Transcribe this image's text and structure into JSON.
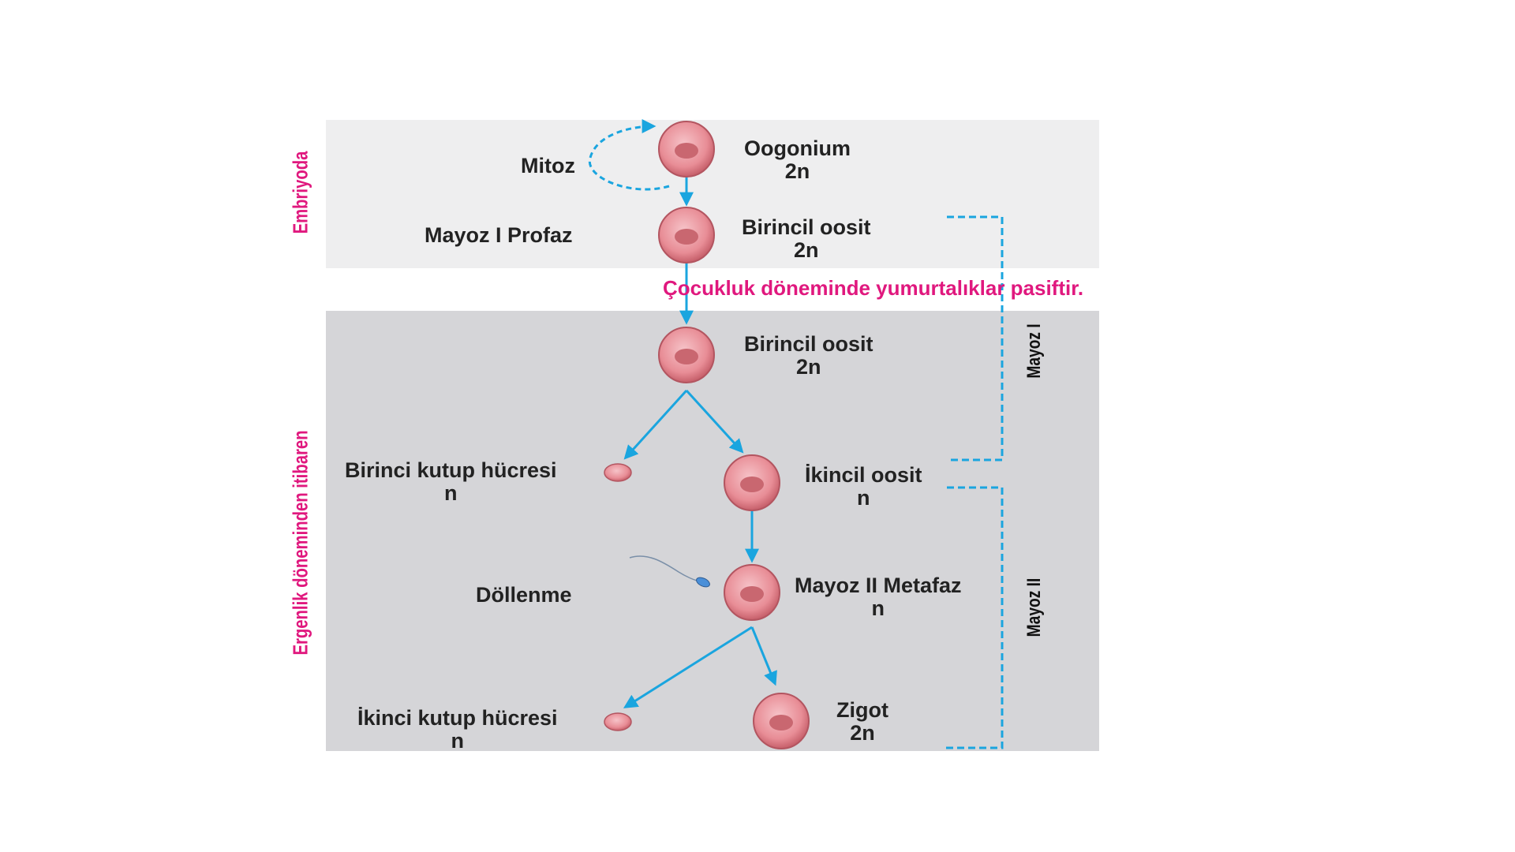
{
  "phases": {
    "embryo": "Embriyoda",
    "puberty": "Ergenlik döneminden itibaren"
  },
  "note": "Çocukluk döneminde yumurtalıklar pasiftir.",
  "meiosis": {
    "first": "Mayoz I",
    "second": "Mayoz II"
  },
  "processes": {
    "mitosis": "Mitoz",
    "prophase": "Mayoz I Profaz",
    "fertilization": "Döllenme"
  },
  "cells": {
    "oogonium": {
      "name": "Oogonium",
      "ploidy": "2n"
    },
    "primary_oocyte_1": {
      "name": "Birincil oosit",
      "ploidy": "2n"
    },
    "primary_oocyte_2": {
      "name": "Birincil oosit",
      "ploidy": "2n"
    },
    "first_polar_body": {
      "name": "Birinci kutup hücresi",
      "ploidy": "n"
    },
    "secondary_oocyte": {
      "name": "İkincil oosit",
      "ploidy": "n"
    },
    "metaphase_ii": {
      "name": "Mayoz II Metafaz",
      "ploidy": "n"
    },
    "second_polar_body": {
      "name": "İkinci kutup hücresi",
      "ploidy": "n"
    },
    "zygote": {
      "name": "Zigot",
      "ploidy": "2n"
    }
  },
  "colors": {
    "phase_label": "#e0187e",
    "arrow": "#1aa5df",
    "cell_fill": "#e88d96",
    "cell_nucleus": "#c96770",
    "embryo_band": "#eeeeef",
    "puberty_band": "#d5d5d8"
  }
}
